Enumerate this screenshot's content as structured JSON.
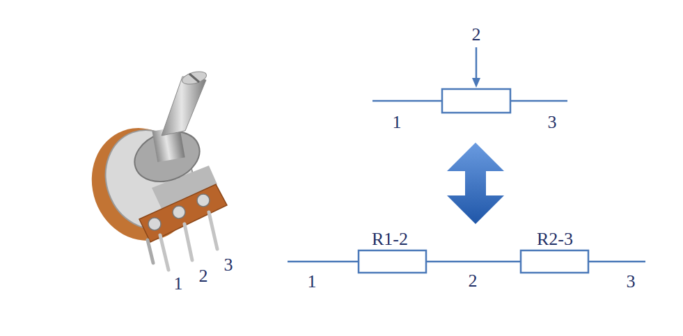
{
  "diagram": {
    "labels": [
      "1",
      "2",
      "3",
      "2",
      "1",
      "3",
      "R1-2",
      "R2-3",
      "1",
      "2",
      "3"
    ]
  }
}
